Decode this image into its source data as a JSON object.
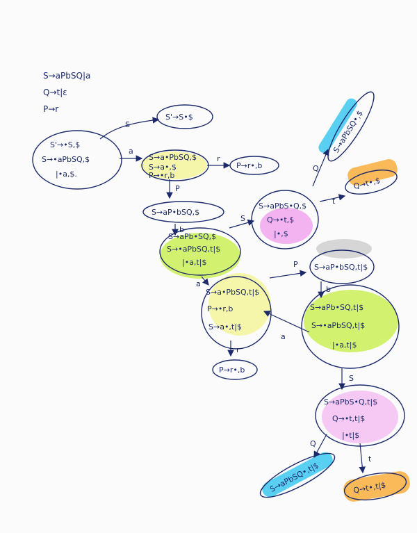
{
  "grammar": [
    "S→aPbSQ|a",
    "Q→t|ε",
    "P→r"
  ],
  "highlight_colors": {
    "yellow": "#f4f59a",
    "green": "#c9ef55",
    "pink": "#f1a6ee",
    "orange": "#f9ae3d",
    "cyan": "#3cc8f0",
    "grey": "#cfcfcf"
  },
  "states": {
    "s0": [
      "S'→•S,$",
      "S→•aPbSQ,$",
      "|•a,$."
    ],
    "s_accept": [
      "S'→S•$"
    ],
    "s2": [
      "S→a•PbSQ,$",
      "S→a•,$",
      "P→•r,b"
    ],
    "s_pr": [
      "P→r•,b"
    ],
    "s_ap": [
      "S→aP•bSQ,$"
    ],
    "s_b": [
      "S→aPb•SQ,$",
      "S→•aPbSQ,t|$",
      "|•a,t|$"
    ],
    "s_q1": [
      "S→aPbS•Q,$",
      "Q→•t,$",
      "|•,$"
    ],
    "s_q1_a": [
      "S→aPbSQ•,$"
    ],
    "s_q1_t": [
      "Q→t•,$"
    ],
    "s_a2": [
      "S→a•PbSQ,t|$",
      "P→•r,b",
      "S→a•,t|$"
    ],
    "s_pr2": [
      "P→r•,b"
    ],
    "s_ap2": [
      "S→aP•bSQ,t|$"
    ],
    "s_b2": [
      "S→aPb•SQ,t|$",
      "S→•aPbSQ,t|$",
      "|•a,t|$"
    ],
    "s_q2": [
      "S→aPbS•Q,t|$",
      "Q→•t,t|$",
      "|•t|$"
    ],
    "s_q2_a": [
      "S→aPbSQ•,t|$"
    ],
    "s_q2_t": [
      "Q→t•,t|$"
    ]
  },
  "edges": {
    "s0_accept": "S",
    "s0_s2": "a",
    "s2_pr": "r",
    "s2_ap": "P",
    "ap_b": "b",
    "b_q1": "S",
    "q1_a": "Q",
    "q1_t": "t",
    "b_a2": "a",
    "a2_pr2": "r",
    "a2_ap2": "P",
    "ap2_b2": "b",
    "b2_a2": "a",
    "b2_q2": "S",
    "q2_a": "Q",
    "q2_t": "t"
  }
}
